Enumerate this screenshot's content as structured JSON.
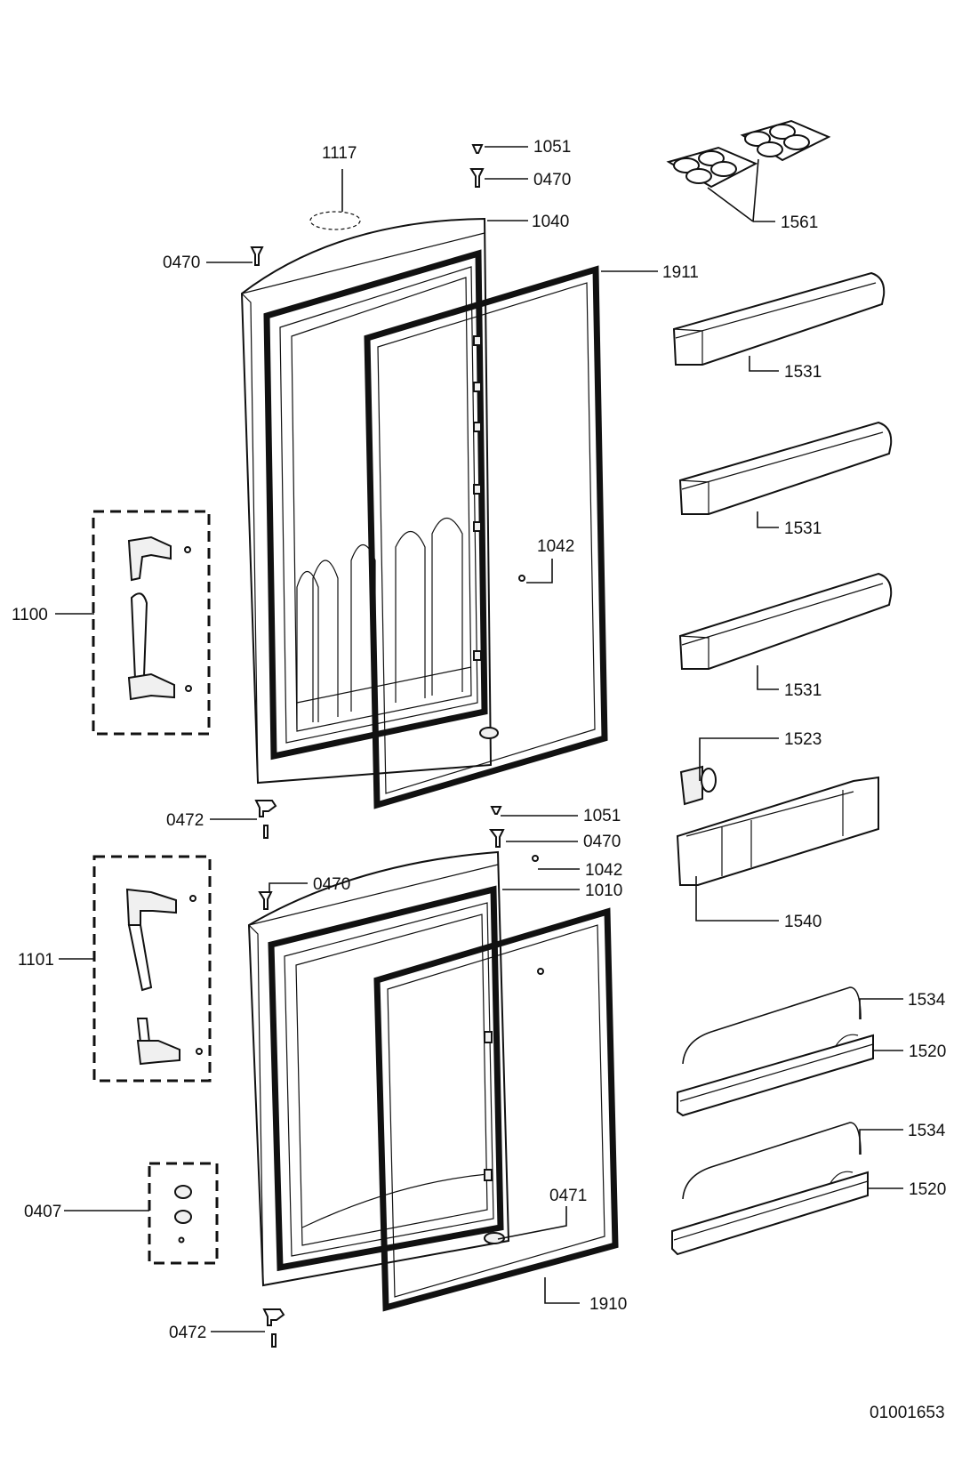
{
  "diagram": {
    "drawing_number": "01001653",
    "callouts": {
      "c1117": "1117",
      "c1051a": "1051",
      "c0470a": "0470",
      "c1561": "1561",
      "c1040": "1040",
      "c0470b": "0470",
      "c1911": "1911",
      "c1531a": "1531",
      "c1531b": "1531",
      "c1042a": "1042",
      "c1100": "1100",
      "c1531c": "1531",
      "c1523": "1523",
      "c0472a": "0472",
      "c1051b": "1051",
      "c0470c": "0470",
      "c1042b": "1042",
      "c0470d": "0470",
      "c1010": "1010",
      "c1540": "1540",
      "c1101": "1101",
      "c1534a": "1534",
      "c1520a": "1520",
      "c1534b": "1534",
      "c0471": "0471",
      "c1520b": "1520",
      "c0407": "0407",
      "c1910": "1910",
      "c0472b": "0472"
    }
  }
}
